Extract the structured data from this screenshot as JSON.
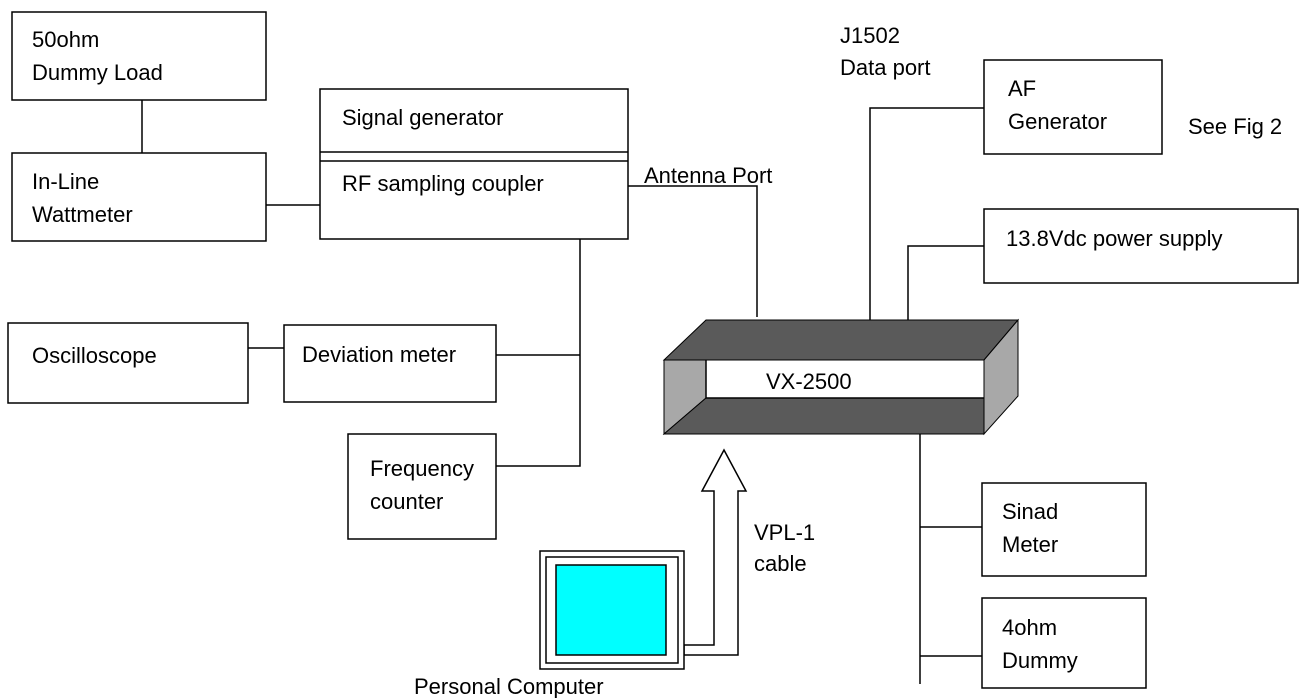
{
  "diagram": {
    "dummy_load": {
      "line1": "50ohm",
      "line2": "Dummy Load"
    },
    "wattmeter": {
      "line1": "In-Line",
      "line2": "Wattmeter"
    },
    "signal_generator": "Signal generator",
    "rf_coupler": "RF sampling coupler",
    "antenna_port": "Antenna Port",
    "data_port": {
      "line1": "J1502",
      "line2": "Data port"
    },
    "af_generator": {
      "line1": "AF",
      "line2": "Generator"
    },
    "see_fig": "See Fig 2",
    "power_supply": "13.8Vdc power supply",
    "oscilloscope": "Oscilloscope",
    "deviation_meter": "Deviation meter",
    "radio": "VX-2500",
    "frequency_counter": {
      "line1": "Frequency",
      "line2": "counter"
    },
    "vpl_cable": {
      "line1": "VPL-1",
      "line2": "cable"
    },
    "personal_computer": "Personal Computer",
    "sinad_meter": {
      "line1": "Sinad",
      "line2": "Meter"
    },
    "dummy_4ohm": {
      "line1": "4ohm",
      "line2": "Dummy"
    }
  },
  "colors": {
    "line": "#000000",
    "radio_shade": "#5a5a5a",
    "radio_side": "#a8a8a8",
    "screen": "#00ffff"
  }
}
